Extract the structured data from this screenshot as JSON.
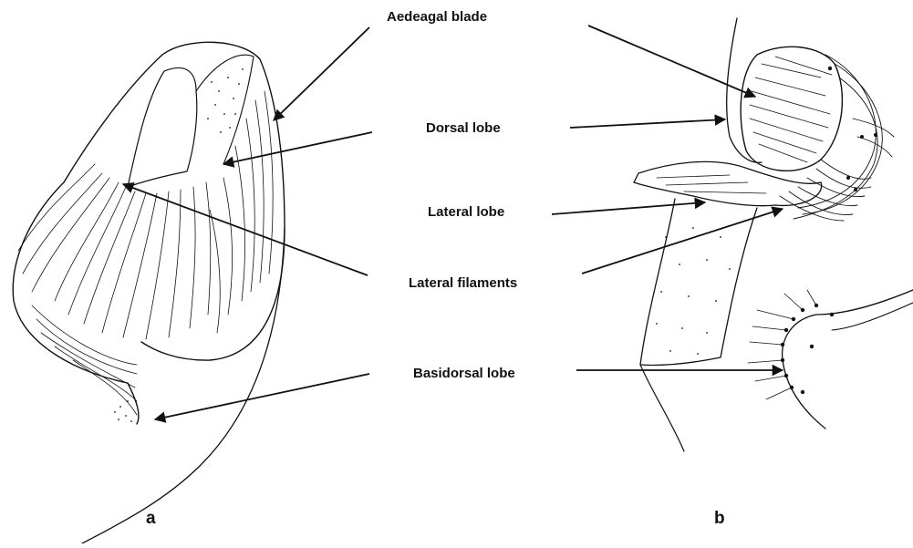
{
  "labels": {
    "aedeagal_blade": "Aedeagal blade",
    "dorsal_lobe": "Dorsal lobe",
    "lateral_lobe": "Lateral lobe",
    "lateral_filaments": "Lateral filaments",
    "basidorsal_lobe": "Basidorsal lobe"
  },
  "panels": {
    "a": "a",
    "b": "b"
  },
  "colors": {
    "ink": "#111111",
    "background": "#ffffff"
  }
}
